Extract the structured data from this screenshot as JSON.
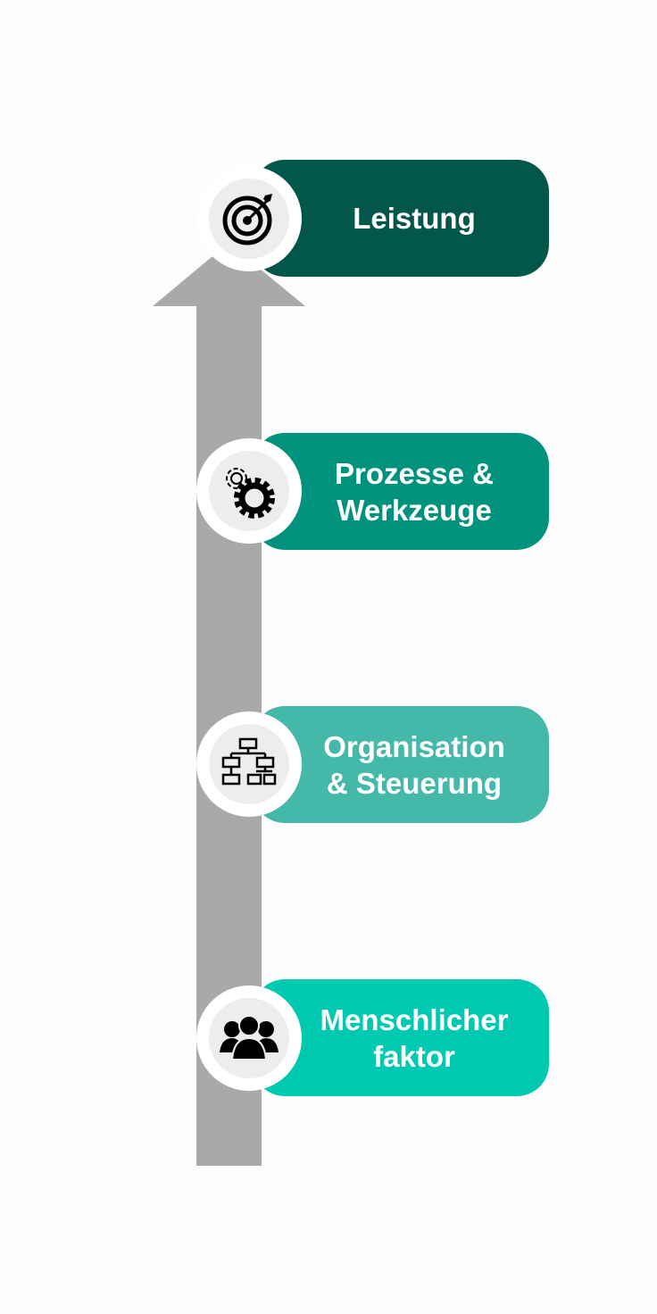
{
  "steps": [
    {
      "label": "Leistung",
      "icon": "target-icon",
      "color": "#02574a"
    },
    {
      "label": "Prozesse &\nWerkzeuge",
      "icon": "gears-icon",
      "color": "#00927d"
    },
    {
      "label": "Organisation\n& Steuerung",
      "icon": "org-chart-icon",
      "color": "#44b9a9"
    },
    {
      "label": "Menschlicher\nfaktor",
      "icon": "people-icon",
      "color": "#00c9b1"
    }
  ]
}
